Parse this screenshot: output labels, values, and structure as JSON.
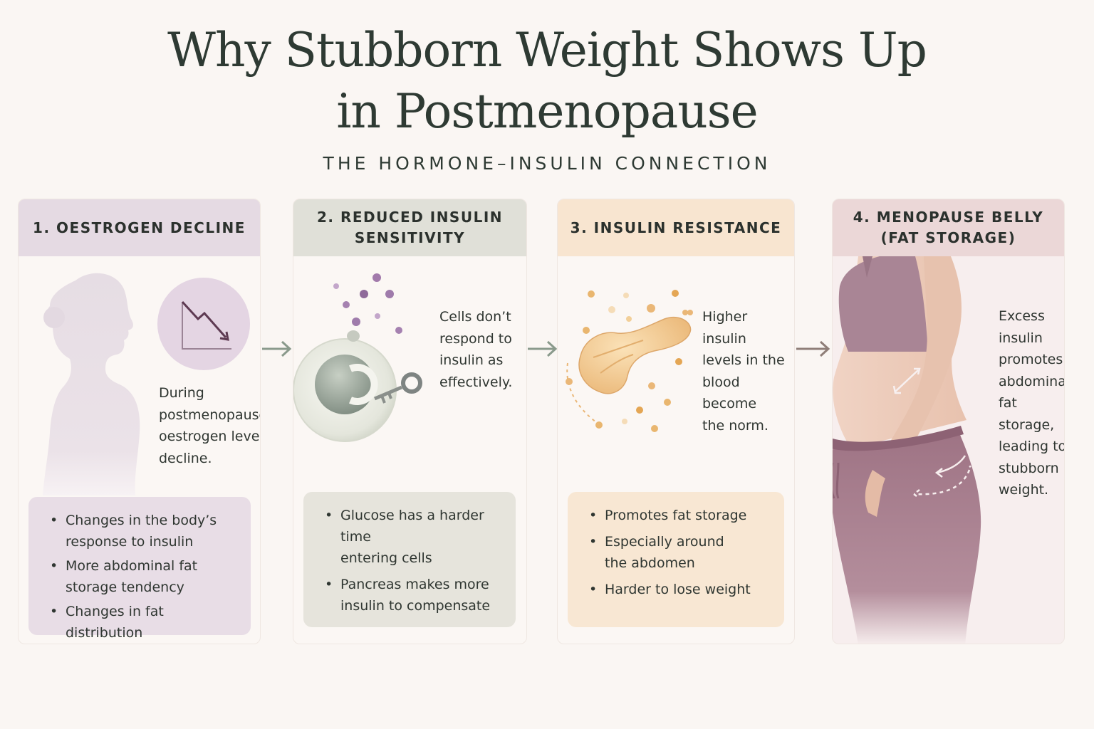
{
  "header": {
    "title_line1": "Why Stubborn Weight Shows Up",
    "title_line2": "in Postmenopause",
    "subtitle": "THE HORMONE–INSULIN CONNECTION"
  },
  "colors": {
    "background": "#faf6f3",
    "step1_header": "#e5dae3",
    "step2_header": "#e0e0d8",
    "step3_header": "#f8e5d0",
    "step4_header": "#ebd7d7",
    "arrow": "#8a9a8c"
  },
  "steps": [
    {
      "heading_line1": "1. OESTROGEN DECLINE",
      "heading_line2": "",
      "description": [
        "During",
        "postmenopause,",
        "oestrogen levels",
        "decline."
      ],
      "icons": [
        "woman-profile-icon",
        "declining-trend-icon"
      ],
      "bullets": [
        [
          "Changes in the body’s",
          "response to insulin"
        ],
        [
          "More abdominal fat",
          "storage tendency"
        ],
        [
          "Changes in fat distribution"
        ]
      ]
    },
    {
      "heading_line1": "2. REDUCED INSULIN",
      "heading_line2": "SENSITIVITY",
      "description": [
        "Cells don’t",
        "respond to",
        "insulin as",
        "effectively."
      ],
      "icons": [
        "cell-lock-key-icon"
      ],
      "bullets": [
        [
          "Glucose has a harder time",
          "entering cells"
        ],
        [
          "Pancreas makes more",
          "insulin to compensate"
        ]
      ]
    },
    {
      "heading_line1": "3. INSULIN RESISTANCE",
      "heading_line2": "",
      "description": [
        "Higher insulin",
        "levels in the",
        "blood become",
        "the norm."
      ],
      "icons": [
        "pancreas-icon"
      ],
      "bullets": [
        [
          "Promotes fat storage"
        ],
        [
          "Especially around",
          "the abdomen"
        ],
        [
          "Harder to lose weight"
        ]
      ]
    },
    {
      "heading_line1": "4. MENOPAUSE BELLY",
      "heading_line2": "(FAT STORAGE)",
      "description": [
        "Excess",
        "insulin",
        "promotes",
        "abdominal",
        "fat storage,",
        "leading to",
        "stubborn",
        "weight."
      ],
      "icons": [
        "woman-torso-icon"
      ],
      "bullets": []
    }
  ]
}
